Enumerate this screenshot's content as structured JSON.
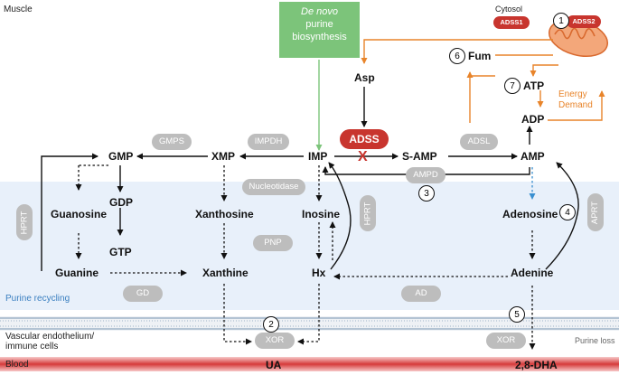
{
  "labels": {
    "muscle": "Muscle",
    "purine_recycling": "Purine recycling",
    "vascular": "Vascular endothelium/",
    "vascular2": "immune cells",
    "blood": "Blood",
    "purine_loss": "Purine loss",
    "cytosol": "Cytosol",
    "energy_demand_1": "Energy",
    "energy_demand_2": "Demand"
  },
  "de_novo": {
    "line1": "De novo",
    "line2": "purine",
    "line3": "biosynthesis"
  },
  "metabolites": {
    "asp": "Asp",
    "fum": "Fum",
    "atp": "ATP",
    "adp": "ADP",
    "amp": "AMP",
    "imp": "IMP",
    "samp": "S-AMP",
    "xmp": "XMP",
    "gmp": "GMP",
    "gdp": "GDP",
    "gtp": "GTP",
    "guanosine": "Guanosine",
    "guanine": "Guanine",
    "xanthosine": "Xanthosine",
    "xanthine": "Xanthine",
    "inosine": "Inosine",
    "hx": "Hx",
    "adenosine": "Adenosine",
    "adenine": "Adenine",
    "ua": "UA",
    "dha": "2,8-DHA"
  },
  "enzymes": {
    "adss": "ADSS",
    "adss1": "ADSS1",
    "adss2": "ADSS2",
    "gmps": "GMPS",
    "impdh": "IMPDH",
    "adsl": "ADSL",
    "ampd": "AMPD",
    "nucleotidase": "Nucleotidase",
    "hprt": "HPRT",
    "aprt": "APRT",
    "pnp": "PNP",
    "gd": "GD",
    "ad": "AD",
    "xor": "XOR"
  },
  "numbers": {
    "n1": "1",
    "n2": "2",
    "n3": "3",
    "n4": "4",
    "n5": "5",
    "n6": "6",
    "n7": "7"
  },
  "block_mark": "X",
  "colors": {
    "green": "#7cc47a",
    "adss_red": "#c8352e",
    "orange": "#e8842a",
    "blue_zone": "#e8f0fa",
    "blood": "#d63a3a",
    "pill": "#bdbdbd"
  }
}
